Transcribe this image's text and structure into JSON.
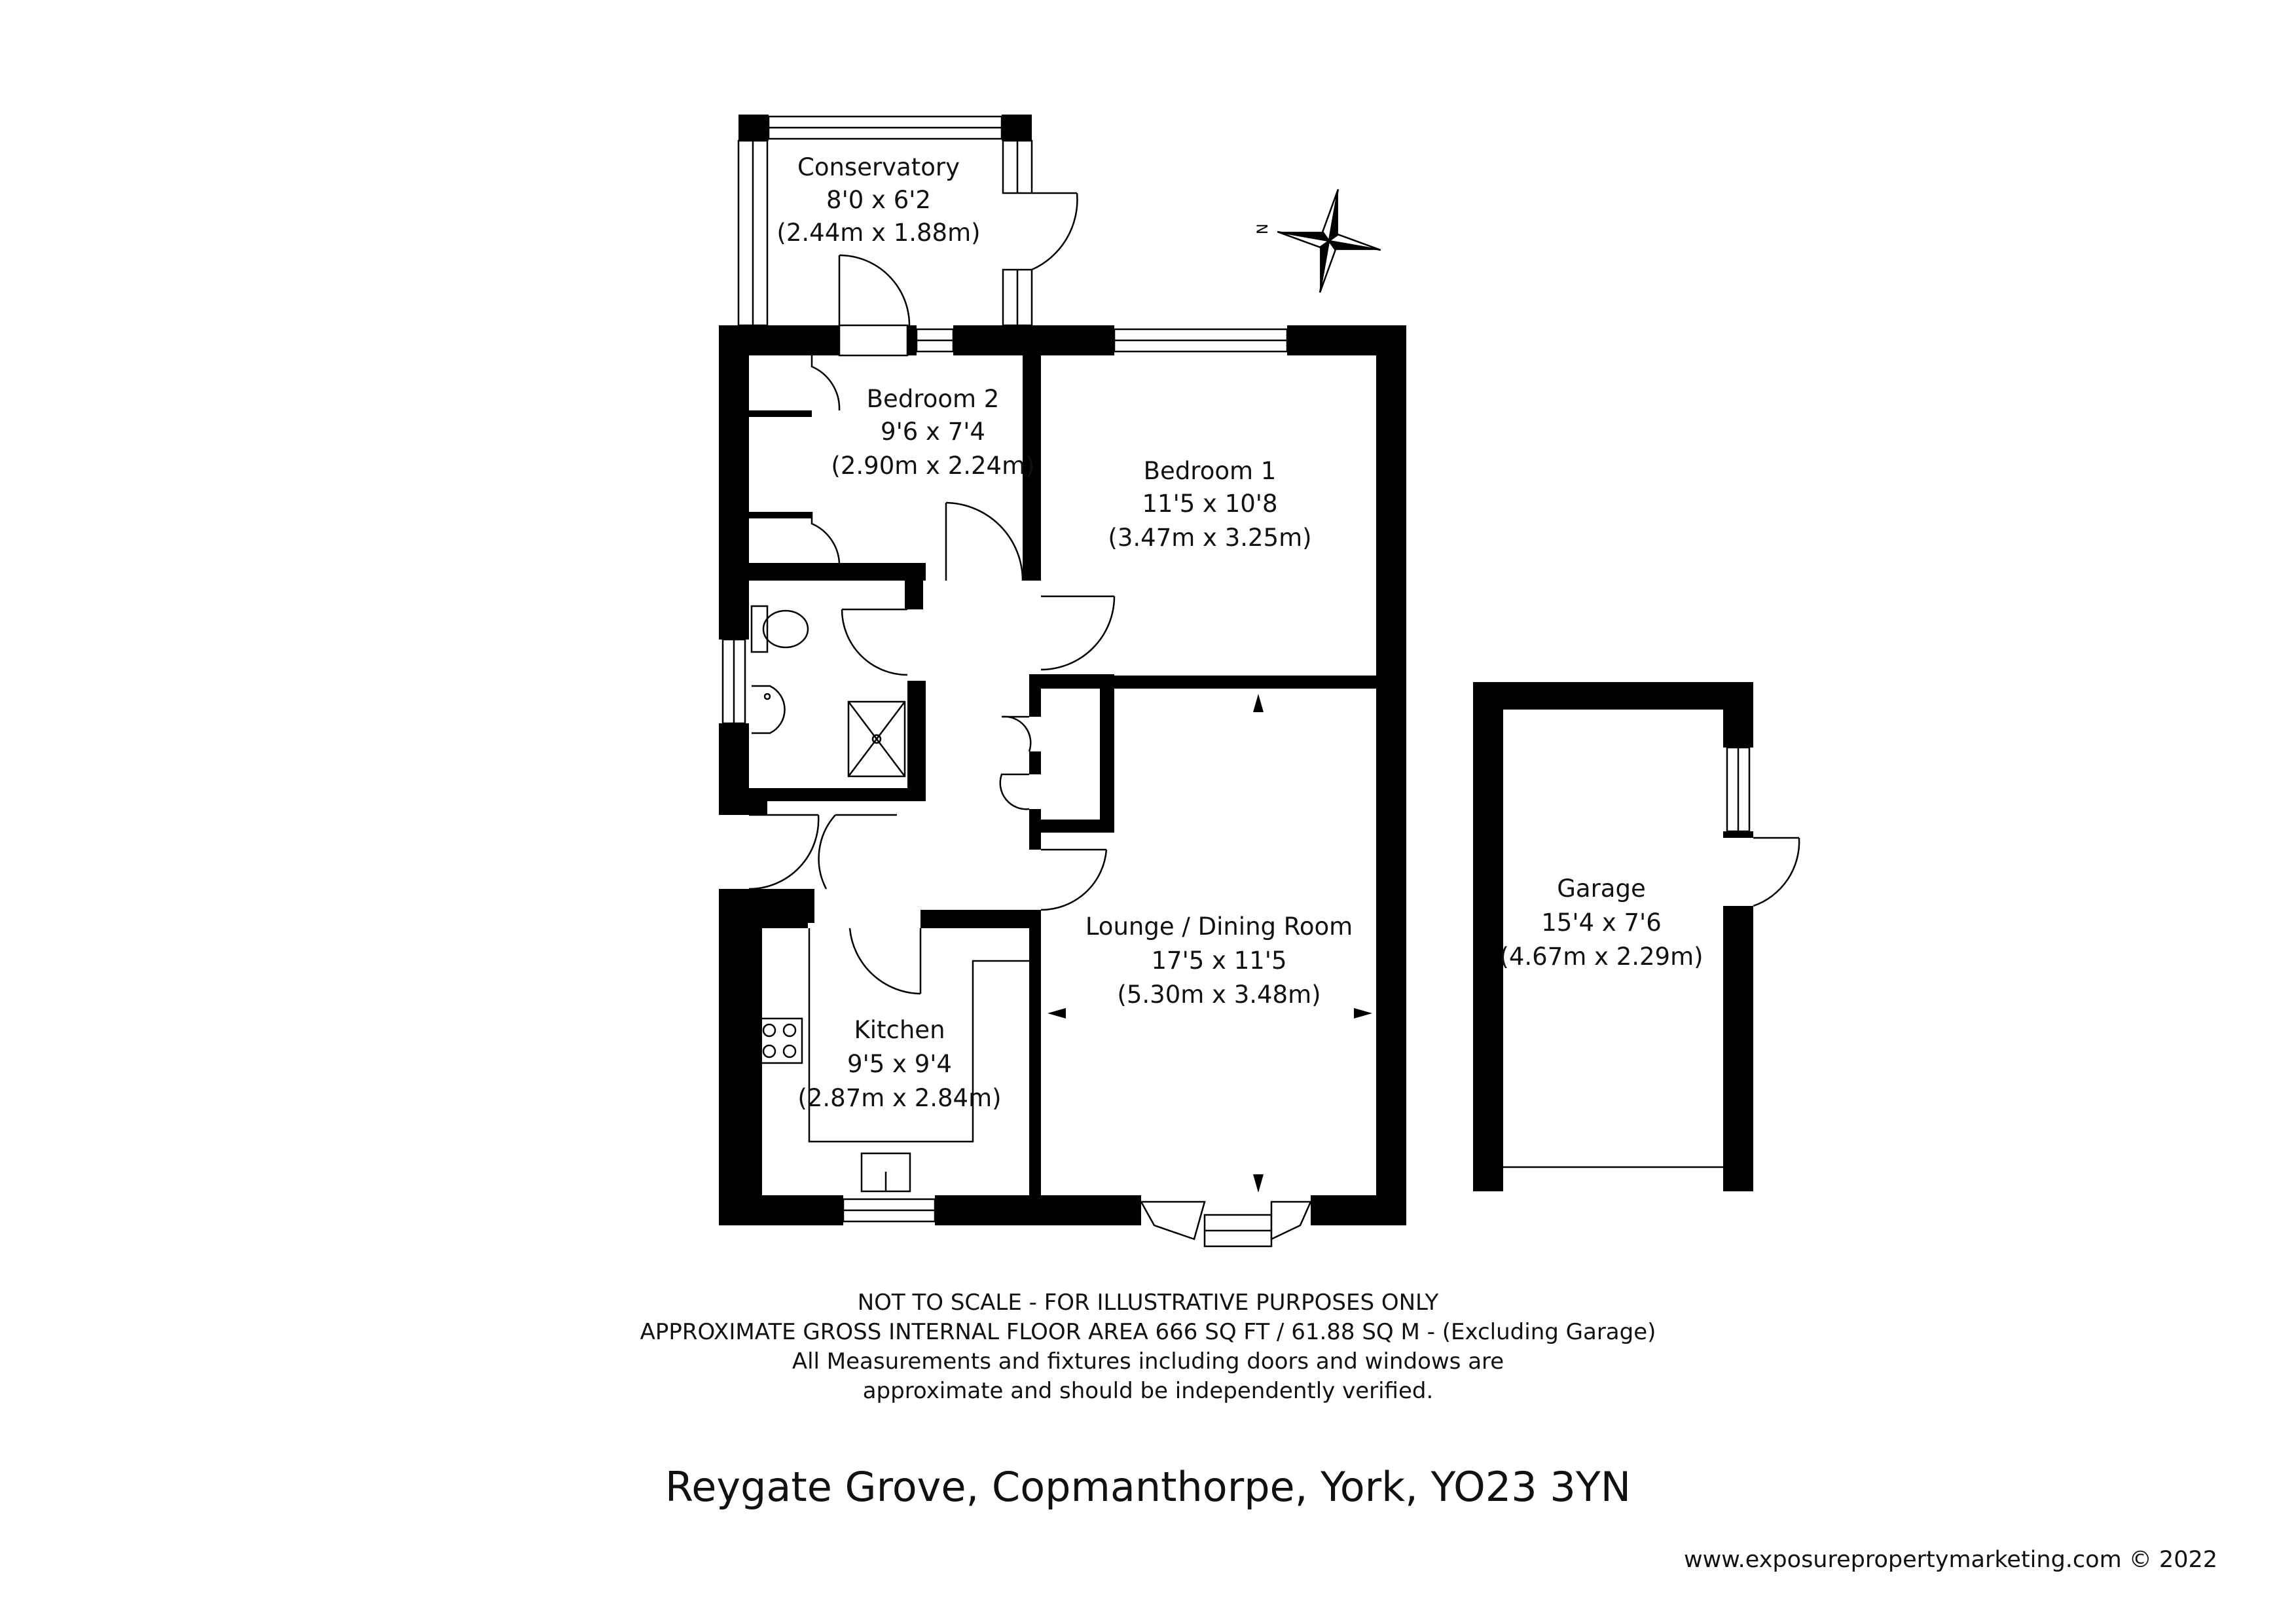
{
  "rooms": {
    "conservatory": {
      "name": "Conservatory",
      "imperial": "8'0 x 6'2",
      "metric": "(2.44m x 1.88m)"
    },
    "bedroom2": {
      "name": "Bedroom 2",
      "imperial": "9'6 x 7'4",
      "metric": "(2.90m x 2.24m)"
    },
    "bedroom1": {
      "name": "Bedroom 1",
      "imperial": "11'5 x 10'8",
      "metric": "(3.47m x 3.25m)"
    },
    "lounge": {
      "name": "Lounge / Dining Room",
      "imperial": "17'5 x 11'5",
      "metric": "(5.30m x 3.48m)"
    },
    "kitchen": {
      "name": "Kitchen",
      "imperial": "9'5 x 9'4",
      "metric": "(2.87m x 2.84m)"
    },
    "garage": {
      "name": "Garage",
      "imperial": "15'4 x 7'6",
      "metric": "(4.67m x 2.29m)"
    }
  },
  "compass": {
    "label": "N",
    "icon": "compass-icon"
  },
  "disclaimer": {
    "line1": "NOT TO SCALE - FOR ILLUSTRATIVE PURPOSES ONLY",
    "line2": "APPROXIMATE GROSS INTERNAL FLOOR AREA 666 SQ FT / 61.88 SQ M - (Excluding Garage)",
    "line3": "All Measurements and fixtures including doors and windows are",
    "line4": "approximate and should be independently verified."
  },
  "address": "Reygate Grove, Copmanthorpe, York, YO23 3YN",
  "credit": "www.exposurepropertymarketing.com © 2022"
}
